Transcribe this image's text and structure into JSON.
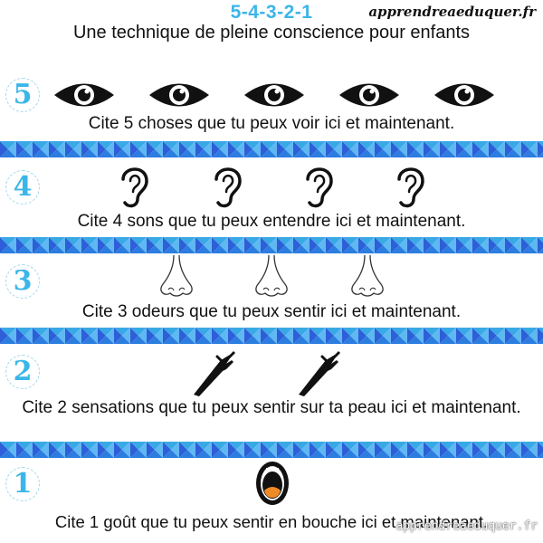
{
  "header": {
    "title": "5-4-3-2-1",
    "subtitle": "Une technique de pleine conscience pour enfants",
    "brand": "apprendreaeduquer.fr",
    "watermark": "apprendreaeduquer.fr"
  },
  "colors": {
    "accent": "#3bb6e8",
    "wave_light": "#39a9e6",
    "wave_dark": "#2e5fd8",
    "text": "#111111"
  },
  "steps": [
    {
      "number": "5",
      "icon": "eye-icon",
      "count": 5,
      "caption": "Cite 5 choses que tu peux voir ici et maintenant."
    },
    {
      "number": "4",
      "icon": "ear-icon",
      "count": 4,
      "caption": "Cite 4 sons que tu peux entendre ici et maintenant."
    },
    {
      "number": "3",
      "icon": "nose-icon",
      "count": 3,
      "caption": "Cite 3 odeurs que tu peux sentir ici et maintenant."
    },
    {
      "number": "2",
      "icon": "hand-touch-icon",
      "count": 2,
      "caption": "Cite 2 sensations que tu peux sentir sur ta peau ici et maintenant."
    },
    {
      "number": "1",
      "icon": "mouth-icon",
      "count": 1,
      "caption": "Cite 1 goût que tu peux sentir en bouche ici et maintenant."
    }
  ]
}
